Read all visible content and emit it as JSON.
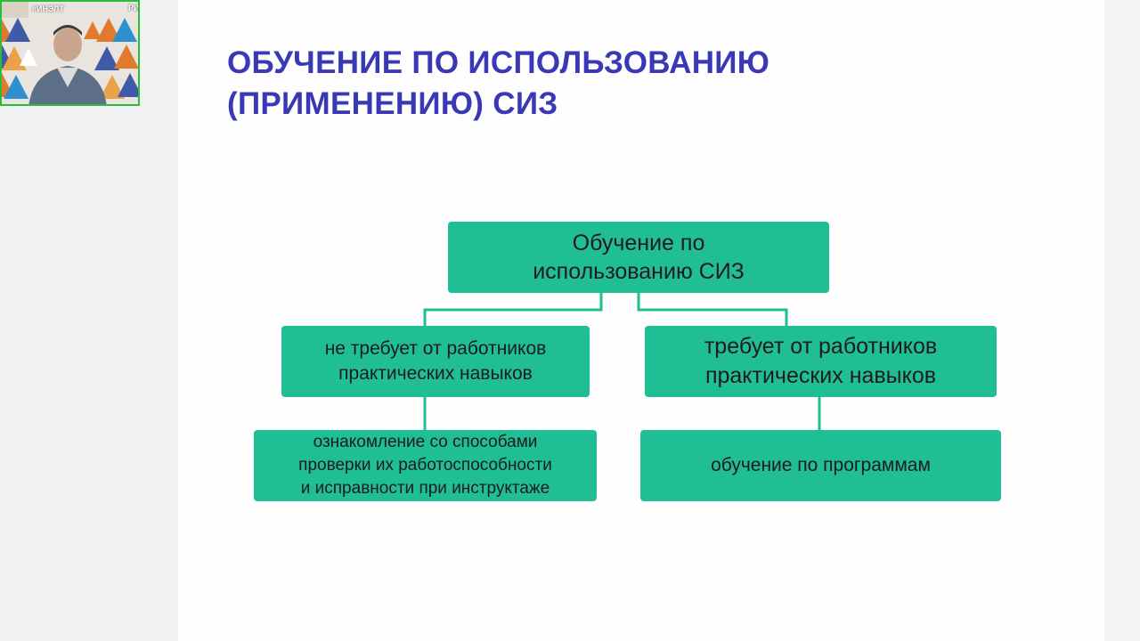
{
  "slide": {
    "title_lines": [
      "ОБУЧЕНИЕ ПО ИСПОЛЬЗОВАНИЮ",
      "(ПРИМЕНЕНИЮ) СИЗ"
    ]
  },
  "diagram": {
    "root": {
      "lines": [
        "Обучение по",
        "использованию СИЗ"
      ]
    },
    "left": {
      "lines": [
        "не требует от работников",
        "практических навыков"
      ]
    },
    "right": {
      "lines": [
        "требует от работников",
        "практических навыков"
      ]
    },
    "left_child": {
      "lines": [
        "ознакомление со способами",
        "проверки их работоспособности",
        "и исправности при инструктаже"
      ]
    },
    "right_child": {
      "lines": [
        "обучение по программам"
      ]
    }
  },
  "webcam": {
    "overlay_text": "#ИНЭЛТ",
    "org_text": "РИЦ"
  },
  "colors": {
    "title": "#3a39b5",
    "box_fill": "#1fbe94",
    "connector": "#1fbe94",
    "webcam_border": "#2dbb3c"
  }
}
